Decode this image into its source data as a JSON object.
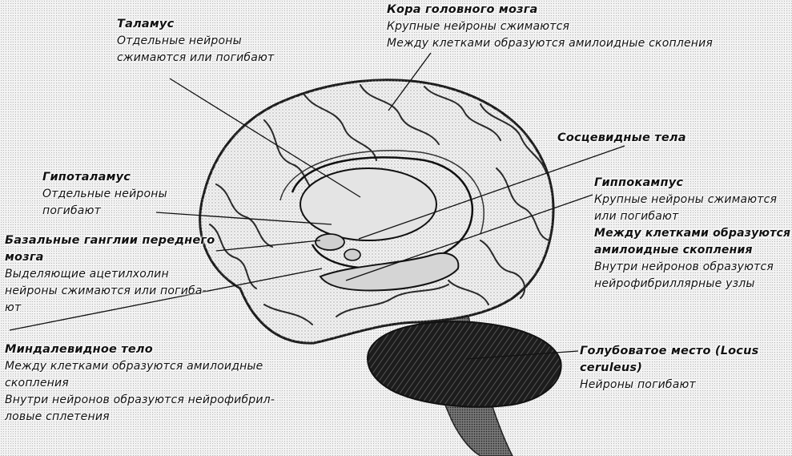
{
  "labels": {
    "thalamus": {
      "title": "Таламус",
      "lines": [
        "Отдельные нейроны",
        "сжимаются или погибают"
      ]
    },
    "cortex": {
      "title": "Кора головного мозга",
      "lines": [
        "Крупные нейроны сжимаются",
        "Между клетками образуются амилоидные скопления"
      ]
    },
    "mammillary": {
      "title": "Сосцевидные тела"
    },
    "hypothalamus": {
      "title": "Гипоталамус",
      "lines": [
        "Отдельные нейроны",
        "погибают"
      ]
    },
    "hippocampus": {
      "title": "Гиппокампус",
      "lines": [
        "Крупные нейроны сжимаются",
        "или погибают",
        "Между клетками образуются",
        "амилоидные скопления",
        "Внутри нейронов образуются",
        "нейрофибриллярные узлы"
      ]
    },
    "basal_ganglia": {
      "title_lines": [
        "Базальные ганглии переднего",
        "мозга"
      ],
      "lines": [
        "Выделяющие ацетилхолин",
        "нейроны сжимаются или погиба-",
        "ют"
      ]
    },
    "amygdala": {
      "title": "Миндалевидное тело",
      "lines": [
        "Между клетками образуются амилоидные",
        "скопления",
        "Внутри нейронов образуются нейрофибрил-",
        "ловые сплетения"
      ]
    },
    "locus_ceruleus": {
      "title_lines": [
        "Голубоватое место (Locus",
        "ceruleus)"
      ],
      "lines": [
        "Нейроны погибают"
      ]
    }
  },
  "colors": {
    "background": "#f4f4f4",
    "ink": "#111111"
  }
}
